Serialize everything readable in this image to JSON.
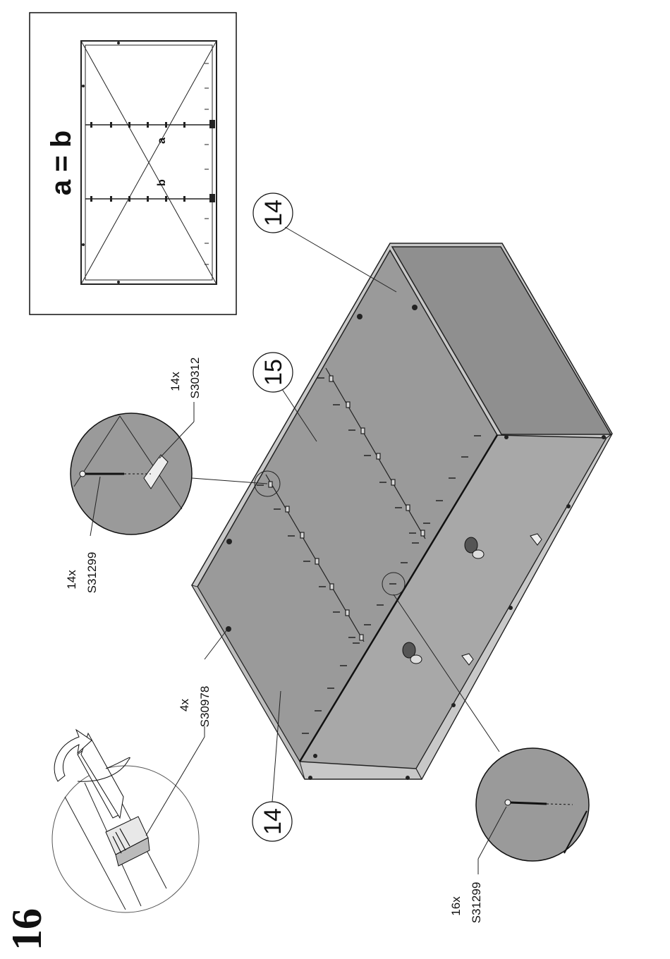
{
  "step": {
    "number": "16"
  },
  "inset": {
    "equation": "a = b",
    "label_a": "a",
    "label_b": "b"
  },
  "parts": {
    "panel_top": "14",
    "panel_middle": "15",
    "panel_bottom": "14"
  },
  "hardware": {
    "nail_plate": {
      "qty": "14x",
      "code": "S30312"
    },
    "nails_detail": {
      "qty": "14x",
      "code": "S31299"
    },
    "screw": {
      "qty": "4x",
      "code": "S30978"
    },
    "nails_bottom": {
      "qty": "16x",
      "code": "S31299"
    }
  },
  "colors": {
    "panel_dark": "#8f8f8f",
    "panel_light": "#a8a8a8",
    "panel_edge": "#c8c8c8",
    "detail_fill": "#9a9a9a"
  }
}
